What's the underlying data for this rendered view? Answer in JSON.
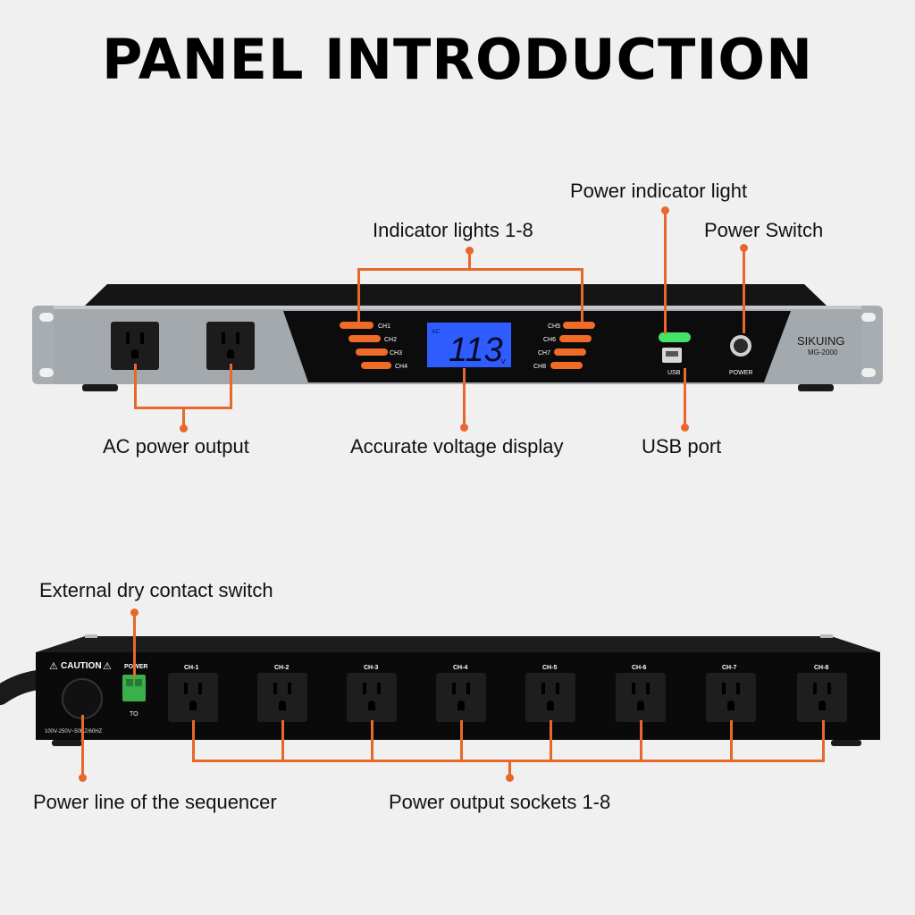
{
  "title": "PANEL INTRODUCTION",
  "colors": {
    "accent": "#e8672c",
    "lcd_blue": "#2f5cff",
    "led_orange": "#f06a28",
    "led_green": "#43e36a"
  },
  "front_panel": {
    "callouts": {
      "indicator_lights": "Indicator lights 1-8",
      "power_indicator": "Power indicator light",
      "power_switch": "Power Switch",
      "ac_output": "AC power output",
      "voltage_display": "Accurate voltage display",
      "usb_port": "USB port"
    },
    "channels_left": [
      "CH1",
      "CH2",
      "CH3",
      "CH4"
    ],
    "channels_right": [
      "CH5",
      "CH6",
      "CH7",
      "CH8"
    ],
    "lcd": {
      "prefix": "AC",
      "value": "113",
      "unit": "v"
    },
    "usb_label": "USB",
    "power_label": "POWER",
    "brand": "SIKUING",
    "model": "MG-2000"
  },
  "rear_panel": {
    "callouts": {
      "dry_contact": "External dry contact switch",
      "power_line": "Power line of the sequencer",
      "output_sockets": "Power output sockets 1-8"
    },
    "caution": "CAUTION",
    "power_label": "POWER",
    "to_label": "TO",
    "voltage_spec": "100V-250V~50HZ/60HZ",
    "socket_labels": [
      "CH-1",
      "CH-2",
      "CH-3",
      "CH-4",
      "CH-5",
      "CH-6",
      "CH-7",
      "CH-8"
    ]
  }
}
